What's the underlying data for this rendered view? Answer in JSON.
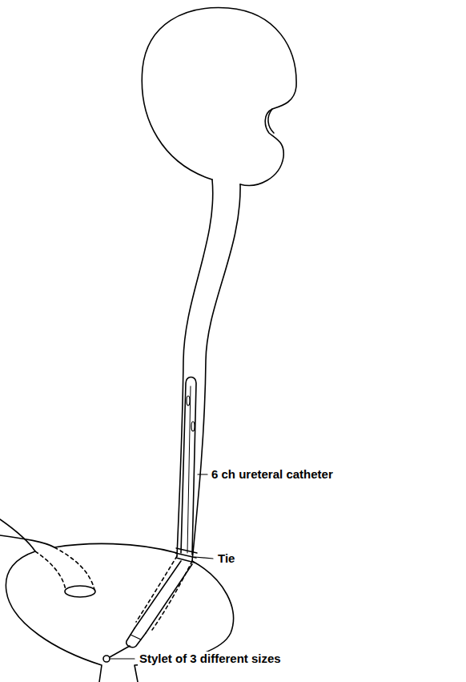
{
  "diagram": {
    "labels": [
      "6 ch ureteral catheter",
      "Tie",
      "Stylet of 3 different sizes"
    ]
  }
}
